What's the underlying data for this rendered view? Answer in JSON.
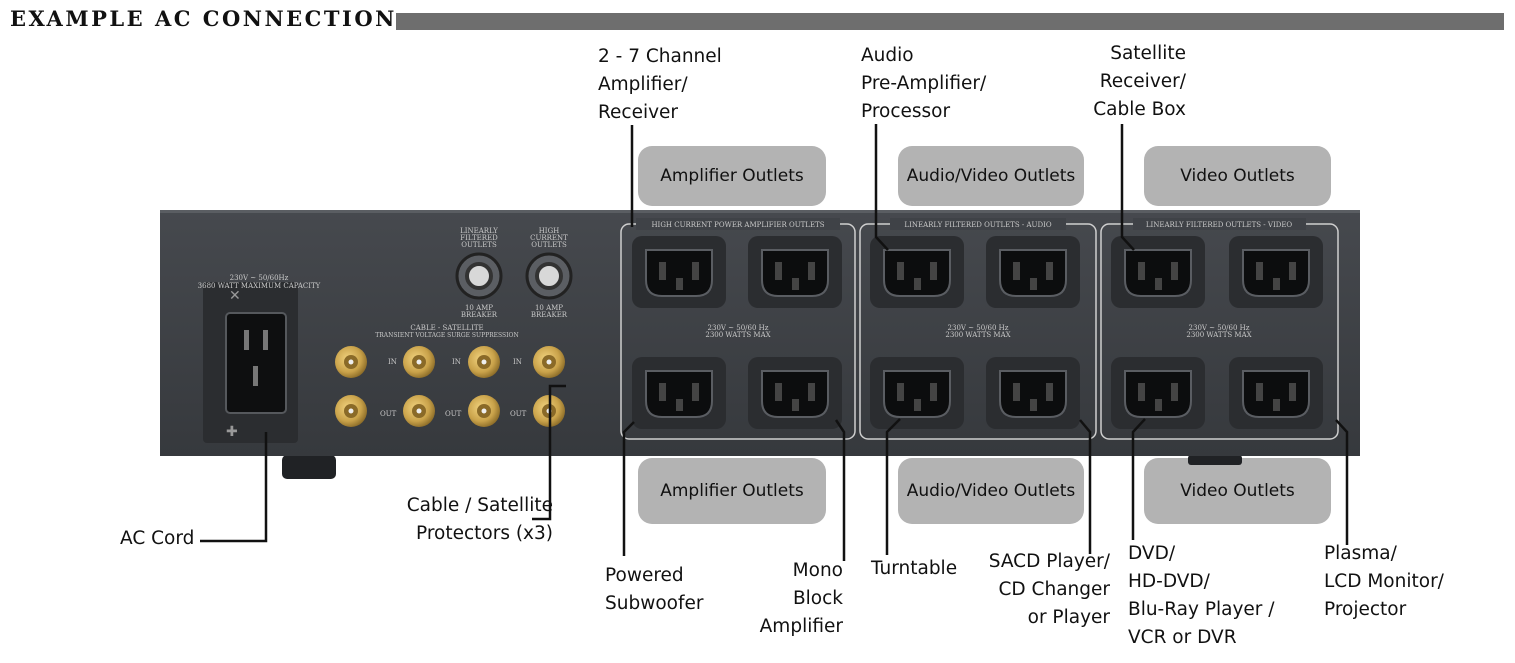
{
  "header": {
    "title": "EXAMPLE AC CONNECTION"
  },
  "zones": {
    "amplifier_top": "Amplifier Outlets",
    "av_top": "Audio/Video Outlets",
    "video_top": "Video Outlets",
    "amplifier_bottom": "Amplifier Outlets",
    "av_bottom": "Audio/Video Outlets",
    "video_bottom": "Video Outlets"
  },
  "callouts": {
    "amp_receiver": "2 - 7 Channel\nAmplifier/\nReceiver",
    "preamp": "Audio\nPre-Amplifier/\nProcessor",
    "satellite_receiver": "Satellite\nReceiver/\nCable Box",
    "ac_cord": "AC Cord",
    "cable_protectors": "Cable / Satellite\nProtectors (x3)",
    "subwoofer": "Powered\nSubwoofer",
    "mono_block": "Mono\nBlock\nAmplifier",
    "turntable": "Turntable",
    "sacd": "SACD Player/\nCD Changer\nor Player",
    "dvd": "DVD/\nHD-DVD/\nBlu-Ray Player /\nVCR or DVR",
    "plasma": "Plasma/\nLCD Monitor/\nProjector"
  },
  "panel": {
    "ac_rating": "230V ~ 50/60Hz\n3680 WATT MAXIMUM CAPACITY",
    "breaker_linear": "LINEARLY\nFILTERED\nOUTLETS",
    "breaker_high": "HIGH\nCURRENT\nOUTLETS",
    "breaker_amp_1": "10 AMP\nBREAKER",
    "breaker_amp_2": "10 AMP\nBREAKER",
    "cable_sat": "CABLE - SATELLITE",
    "tvss": "TRANSIENT VOLTAGE SURGE SUPPRESSION",
    "in_label": "IN",
    "out_label": "OUT",
    "group_amp": "HIGH CURRENT POWER AMPLIFIER OUTLETS",
    "group_audio": "LINEARLY FILTERED OUTLETS - AUDIO",
    "group_video": "LINEARLY FILTERED OUTLETS - VIDEO",
    "group_rating": "230V ~ 50/60 Hz\n2300 WATTS MAX"
  },
  "colors": {
    "chassis": "#3f4247",
    "pill": "#b3b3b3",
    "gold": "#c9a24a",
    "title_bar": "#6e6e6e"
  }
}
